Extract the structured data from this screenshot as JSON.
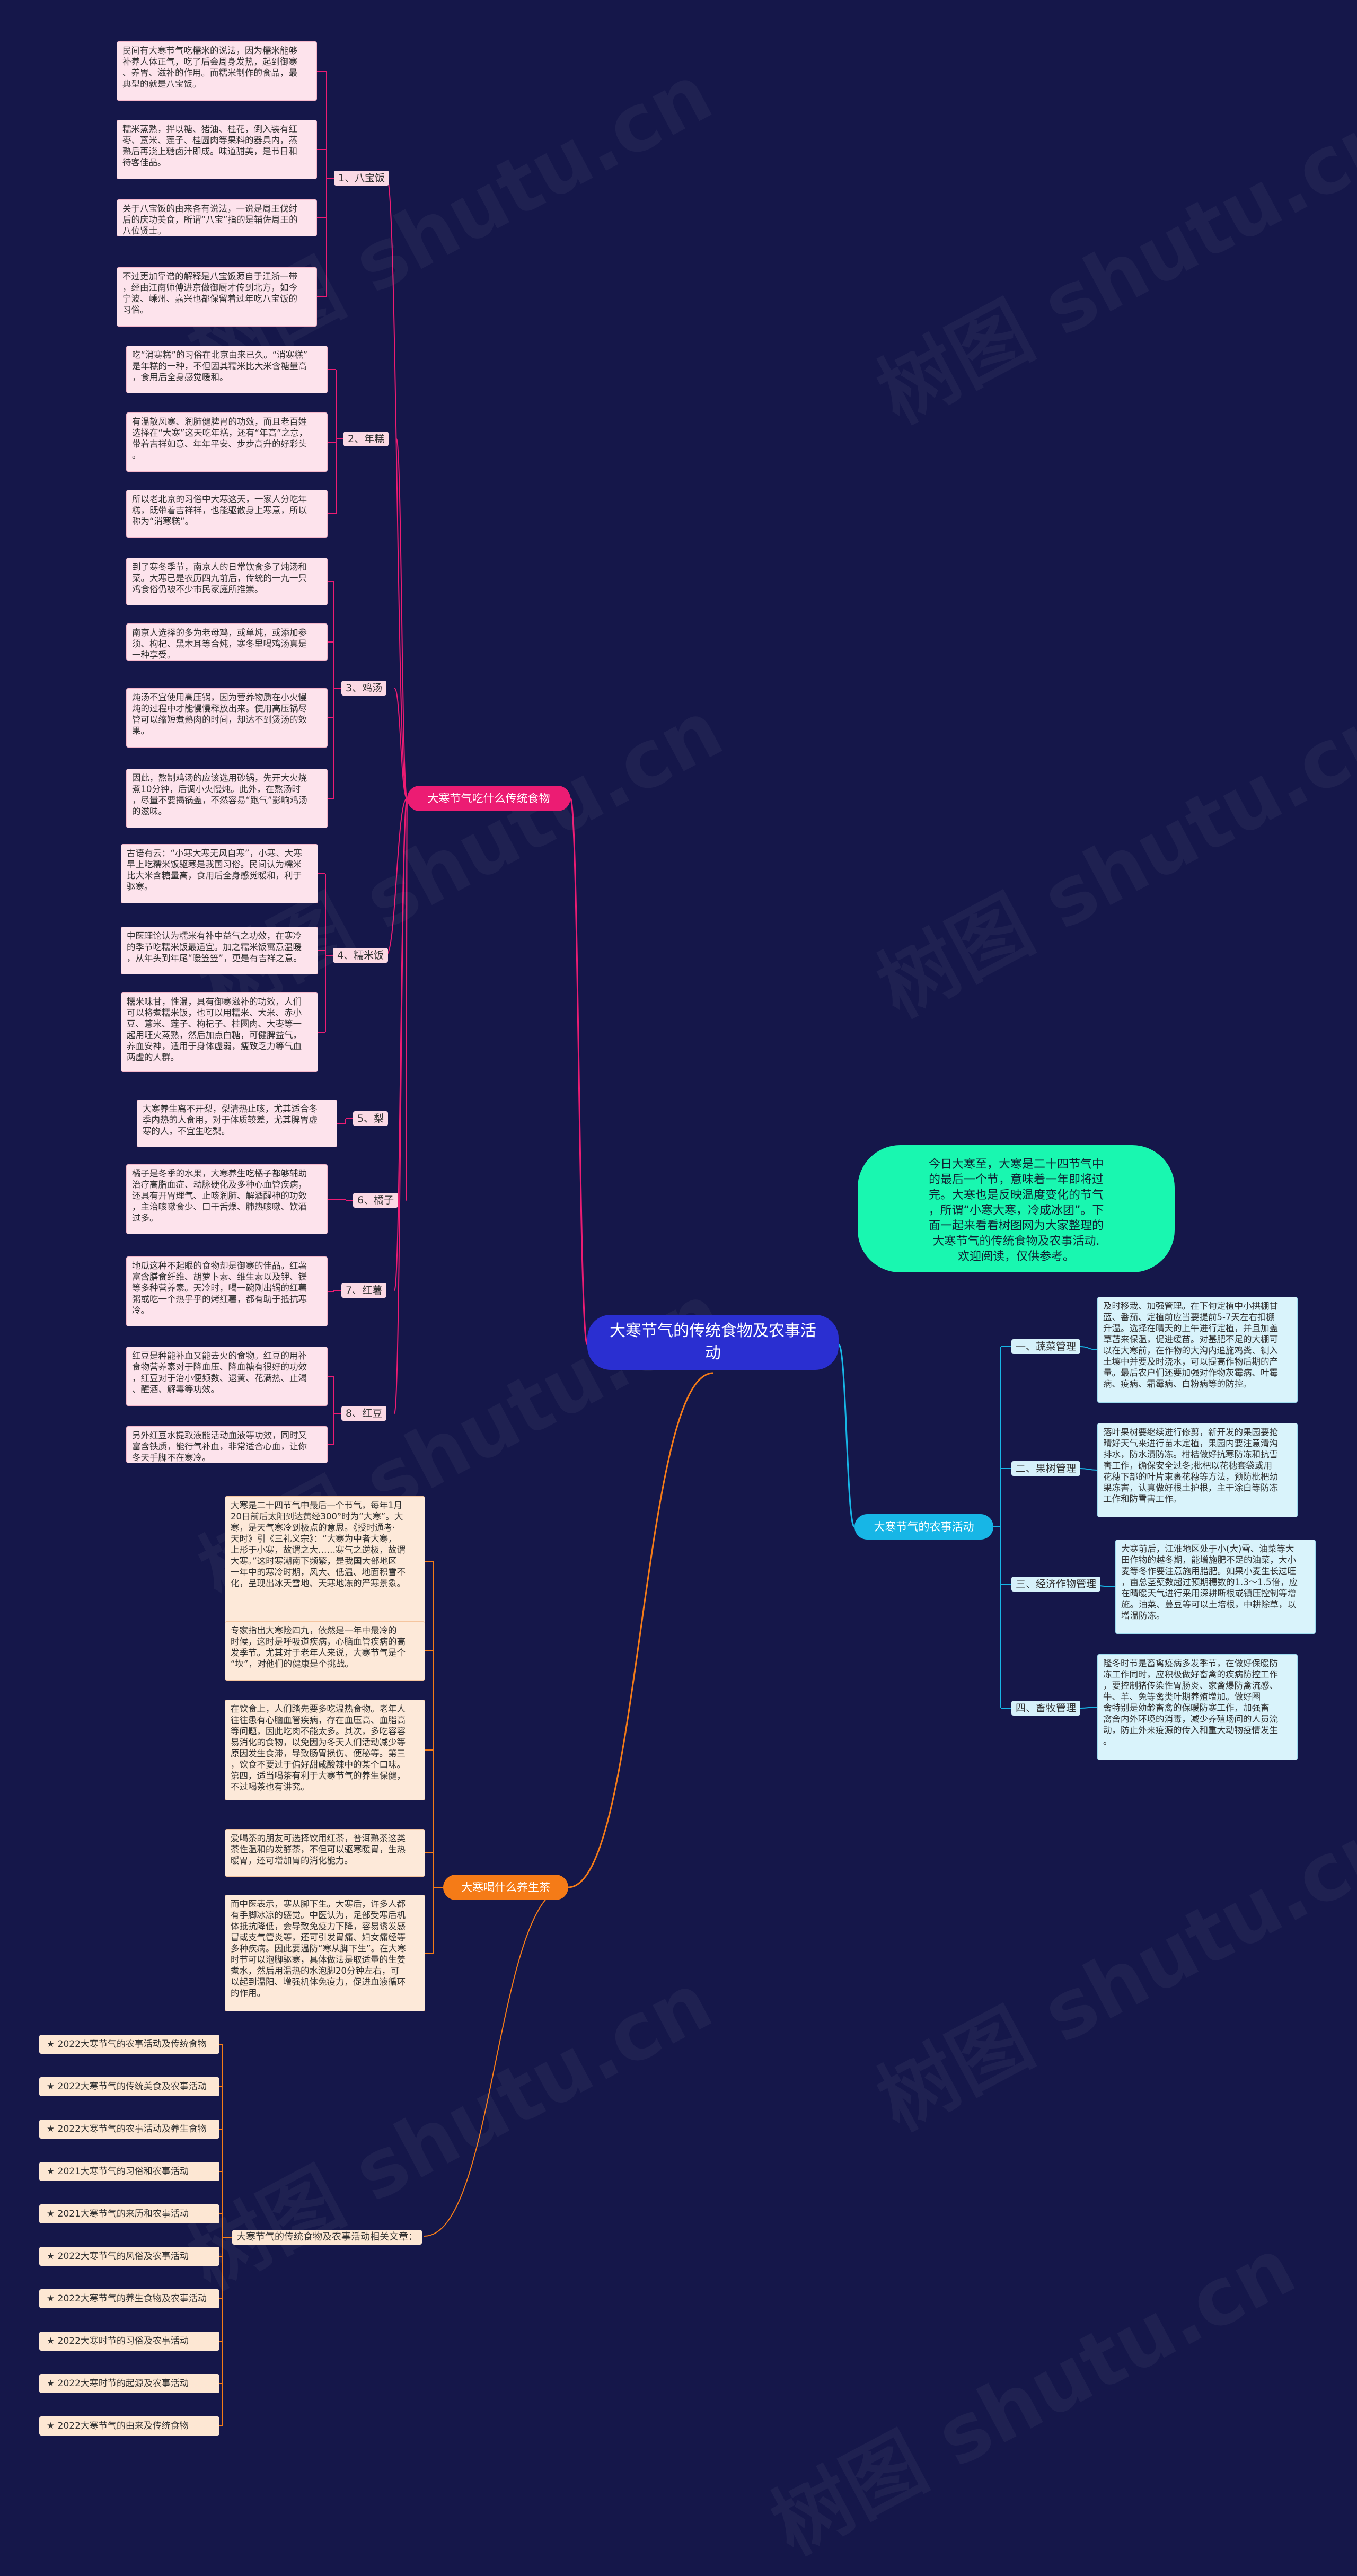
{
  "root": {
    "title": "大寒节气的传统食物及农事活动"
  },
  "intro": {
    "text": "今日大寒至，大寒是二十四节气中\n的最后一个节，意味着一年即将过\n完。大寒也是反映温度变化的节气\n，所谓“小寒大寒，冷成冰团”。下\n面一起来看看树图网为大家整理的\n大寒节气的传统食物及农事活动.\n欢迎阅读，仅供参考。"
  },
  "watermark": "树图 shutu.cn",
  "branch_food": {
    "label": "大寒节气吃什么传统食物",
    "items": [
      {
        "label": "1、八宝饭",
        "texts": [
          "民间有大寒节气吃糯米的说法，因为糯米能够\n补养人体正气，吃了后会周身发热，起到御寒\n、养胃、滋补的作用。而糯米制作的食品，最\n典型的就是八宝饭。",
          "糯米蒸熟，拌以糖、猪油、桂花，倒入装有红\n枣、薏米、莲子、桂圆肉等果料的器具内，蒸\n熟后再浇上糖卤汁即成。味道甜美，是节日和\n待客佳品。",
          "关于八宝饭的由来各有说法，一说是周王伐纣\n后的庆功美食，所谓“八宝”指的是辅佐周王的\n八位贤士。",
          "不过更加靠谱的解释是八宝饭源自于江浙一带\n，经由江南师傅进京做御厨才传到北方，如今\n宁波、嵊州、嘉兴也都保留着过年吃八宝饭的\n习俗。"
        ]
      },
      {
        "label": "2、年糕",
        "texts": [
          "吃“消寒糕”的习俗在北京由来已久。“消寒糕”\n是年糕的一种，不但因其糯米比大米含糖量高\n，食用后全身感觉暖和。",
          "有温散风寒、润肺健脾胃的功效，而且老百姓\n选择在“大寒”这天吃年糕，还有“年高”之意，\n带着吉祥如意、年年平安、步步高升的好彩头\n。",
          "所以老北京的习俗中大寒这天，一家人分吃年\n糕，既带着吉祥祥，也能驱散身上寒意，所以\n称为“消寒糕”。"
        ]
      },
      {
        "label": "3、鸡汤",
        "texts": [
          "到了寒冬季节，南京人的日常饮食多了炖汤和\n菜。大寒已是农历四九前后，传统的一九一只\n鸡食俗仍被不少市民家庭所推崇。",
          "南京人选择的多为老母鸡，或单炖，或添加参\n须、枸杞、黑木耳等合炖，寒冬里喝鸡汤真是\n一种享受。",
          "炖汤不宜使用高压锅，因为营养物质在小火慢\n炖的过程中才能慢慢释放出来。使用高压锅尽\n管可以缩短煮熟肉的时间，却达不到煲汤的效\n果。",
          "因此，熬制鸡汤的应该选用砂锅，先开大火烧\n煮10分钟，后调小火慢炖。此外，在熬汤时\n，尽量不要揭锅盖，不然容易“跑气”影响鸡汤\n的滋味。"
        ]
      },
      {
        "label": "4、糯米饭",
        "texts": [
          "古语有云：“小寒大寒无风自寒”，小寒、大寒\n早上吃糯米饭驱寒是我国习俗。民间认为糯米\n比大米含糖量高，食用后全身感觉暖和，利于\n驱寒。",
          "中医理论认为糯米有补中益气之功效，在寒冷\n的季节吃糯米饭最适宜。加之糯米饭寓意温暖\n，从年头到年尾“暖笠笠”，更是有吉祥之意。",
          "糯米味甘，性温，具有御寒滋补的功效，人们\n可以将煮糯米饭，也可以用糯米、大米、赤小\n豆、薏米、莲子、枸杞子、桂圆肉、大枣等一\n起用旺火蒸熟，然后加点白糖，可健脾益气，\n养血安神，适用于身体虚弱，瘦致乏力等气血\n两虚的人群。"
        ]
      },
      {
        "label": "5、梨",
        "texts": [
          "大寒养生离不开梨，梨清热止咳，尤其适合冬\n季内热的人食用，对于体质较差，尤其脾胃虚\n寒的人，不宜生吃梨。"
        ]
      },
      {
        "label": "6、橘子",
        "texts": [
          "橘子是冬季的水果，大寒养生吃橘子都够辅助\n治疗高脂血症、动脉硬化及多种心血管疾病，\n还具有开胃理气、止咳润肺、解酒醒神的功效\n，主治咳嗽食少、口干舌燥、肺热咳嗽、饮酒\n过多。"
        ]
      },
      {
        "label": "7、红薯",
        "texts": [
          "地瓜这种不起眼的食物却是御寒的佳品。红薯\n富含膳食纤维、胡萝卜素、维生素以及钾、镁\n等多种营养素。天冷时，喝一碗刚出锅的红薯\n粥或吃一个热乎乎的烤红薯，都有助于抵抗寒\n冷。"
        ]
      },
      {
        "label": "8、红豆",
        "texts": [
          "红豆是种能补血又能去火的食物。红豆的用补\n食物营养素对于降血压、降血糖有很好的功效\n，红豆对于治小便频数、退黄、花满热、止渴\n、醒酒、解毒等功效。",
          "另外红豆水提取液能活动血液等功效，同时又\n富含铁质，能行气补血，非常适合心血，让你\n冬天手脚不在寒冷。"
        ]
      }
    ]
  },
  "branch_farm": {
    "label": "大寒节气的农事活动",
    "items": [
      {
        "label": "一、蔬菜管理",
        "text": "及时移栽、加强管理。在下旬定植中小拱棚甘\n蓝、番茄、定植前应当要提前5-7天左右扣棚\n升温。选择在晴天的上午进行定植，并且加盖\n草苫来保温，促进缓苗。对基肥不足的大棚可\n以在大寒前，在作物的大沟内追施鸡粪、铡入\n土壤中并要及时浇水，可以提高作物后期的产\n量。最后农户们还要加强对作物灰霉病、叶霉\n病、疫病、霜霉病、白粉病等的防控。"
      },
      {
        "label": "二、果树管理",
        "text": "落叶果树要继续进行修剪，新开发的果园要抢\n晴好天气来进行苗木定植，果园内要注意清沟\n排水，防水渍防冻。柑桔做好抗寒防冻和抗雪\n害工作，确保安全过冬;枇杷以花穗套袋或用\n花穗下部的叶片束裹花穗等方法，预防枇杷幼\n果冻害，认真做好根土护根，主干涂白等防冻\n工作和防雪害工作。"
      },
      {
        "label": "三、经济作物管理",
        "text": "大寒前后，江淮地区处于小(大)雪、油菜等大\n田作物的越冬期，能增施肥不足的油菜，大小\n麦等冬作要注意施用腊肥。如果小麦生长过旺\n，亩总茎蘖数超过预期穗数的1.3～1.5倍，应\n在晴暖天气进行采用深耕断根或镇压控制等增\n施。油菜、蔓豆等可以土培根，中耕除草，以\n增温防冻。"
      },
      {
        "label": "四、畜牧管理",
        "text": "隆冬时节是畜禽疫病多发季节，在做好保暖防\n冻工作同时，应积极做好畜禽的疾病防控工作\n，要控制猪传染性胃肠炎、家禽爆防禽流感、\n牛、羊、免等禽类叶期养殖增加。做好圈\n舍特别是幼龄畜禽的保暖防寒工作，加强畜\n禽舍内外环境的消毒，减少养殖场间的人员流\n动，防止外来疫源的传入和重大动物疫情发生\n。"
      }
    ]
  },
  "branch_health": {
    "label": "大寒喝什么养生茶",
    "texts": [
      "大寒是二十四节气中最后一个节气，每年1月\n20日前后太阳到达黄经300°时为“大寒”。大\n寒，是天气寒冷到极点的意思。《授时通考·\n天时》引《三礼义宗》：“大寒为中者大寒，\n上形于小寒，故谓之大……寒气之逆极，故谓\n大寒。”这时寒潮南下频繁，是我国大部地区\n一年中的寒冷时期，风大、低温、地面积雪不\n化，呈现出冰天雪地、天寒地冻的严寒景象。",
      "专家指出大寒险四九，依然是一年中最冷的\n时候，这时是呼吸道疾病，心脑血管疾病的高\n发季节。尤其对于老年人来说，大寒节气是个\n“坎”，对他们的健康是个挑战。",
      "在饮食上，人们踏先要多吃温热食物。老年人\n往往患有心脑血管疾病，存在血压高、血脂高\n等问题，因此吃肉不能太多。其次，多吃容容\n易消化的食物，以免因为冬天人们活动减少等\n原因发生食滞，导致肠胃损伤、便秘等。第三\n，饮食不要过于偏好甜咸酸辣中的某个口味。\n第四，适当喝茶有利于大寒节气的养生保健，\n不过喝茶也有讲究。",
      "爱喝茶的朋友可选择饮用红茶，普洱熟茶这类\n茶性温和的发酵茶，不但可以驱寒暖胃，生热\n暖胃，还可增加胃的消化能力。",
      "而中医表示，寒从脚下生。大寒后，许多人都\n有手脚冰凉的感觉。中医认为，足部受寒后机\n体抵抗降低，会导致免疫力下降，容易诱发感\n冒或支气管炎等，还可引发胃痛、妇女痛经等\n多种疾病。因此要温防“寒从脚下生”。在大寒\n时节可以泡脚驱寒，具体做法是取适量的生姜\n煮水，然后用温热的水泡脚20分钟左右，可\n以起到温阳、增强机体免疫力，促进血液循环\n的作用。"
    ]
  },
  "branch_links": {
    "label": "大寒节气的传统食物及农事活动相关文章：",
    "items": [
      "★ 2022大寒节气的农事活动及传统食物",
      "★ 2022大寒节气的传统美食及农事活动",
      "★ 2022大寒节气的农事活动及养生食物",
      "★ 2021大寒节气的习俗和农事活动",
      "★ 2021大寒节气的来历和农事活动",
      "★ 2022大寒节气的风俗及农事活动",
      "★ 2022大寒节气的养生食物及农事活动",
      "★ 2022大寒时节的习俗及农事活动",
      "★ 2022大寒时节的起源及农事活动",
      "★ 2022大寒节气的由来及传统食物"
    ]
  },
  "colors": {
    "background": "#15174a",
    "pink": "#ec1c73",
    "cyan": "#17b6e6",
    "orange": "#f57b17",
    "root": "#2a2fd1",
    "intro": "#19f7b0"
  }
}
